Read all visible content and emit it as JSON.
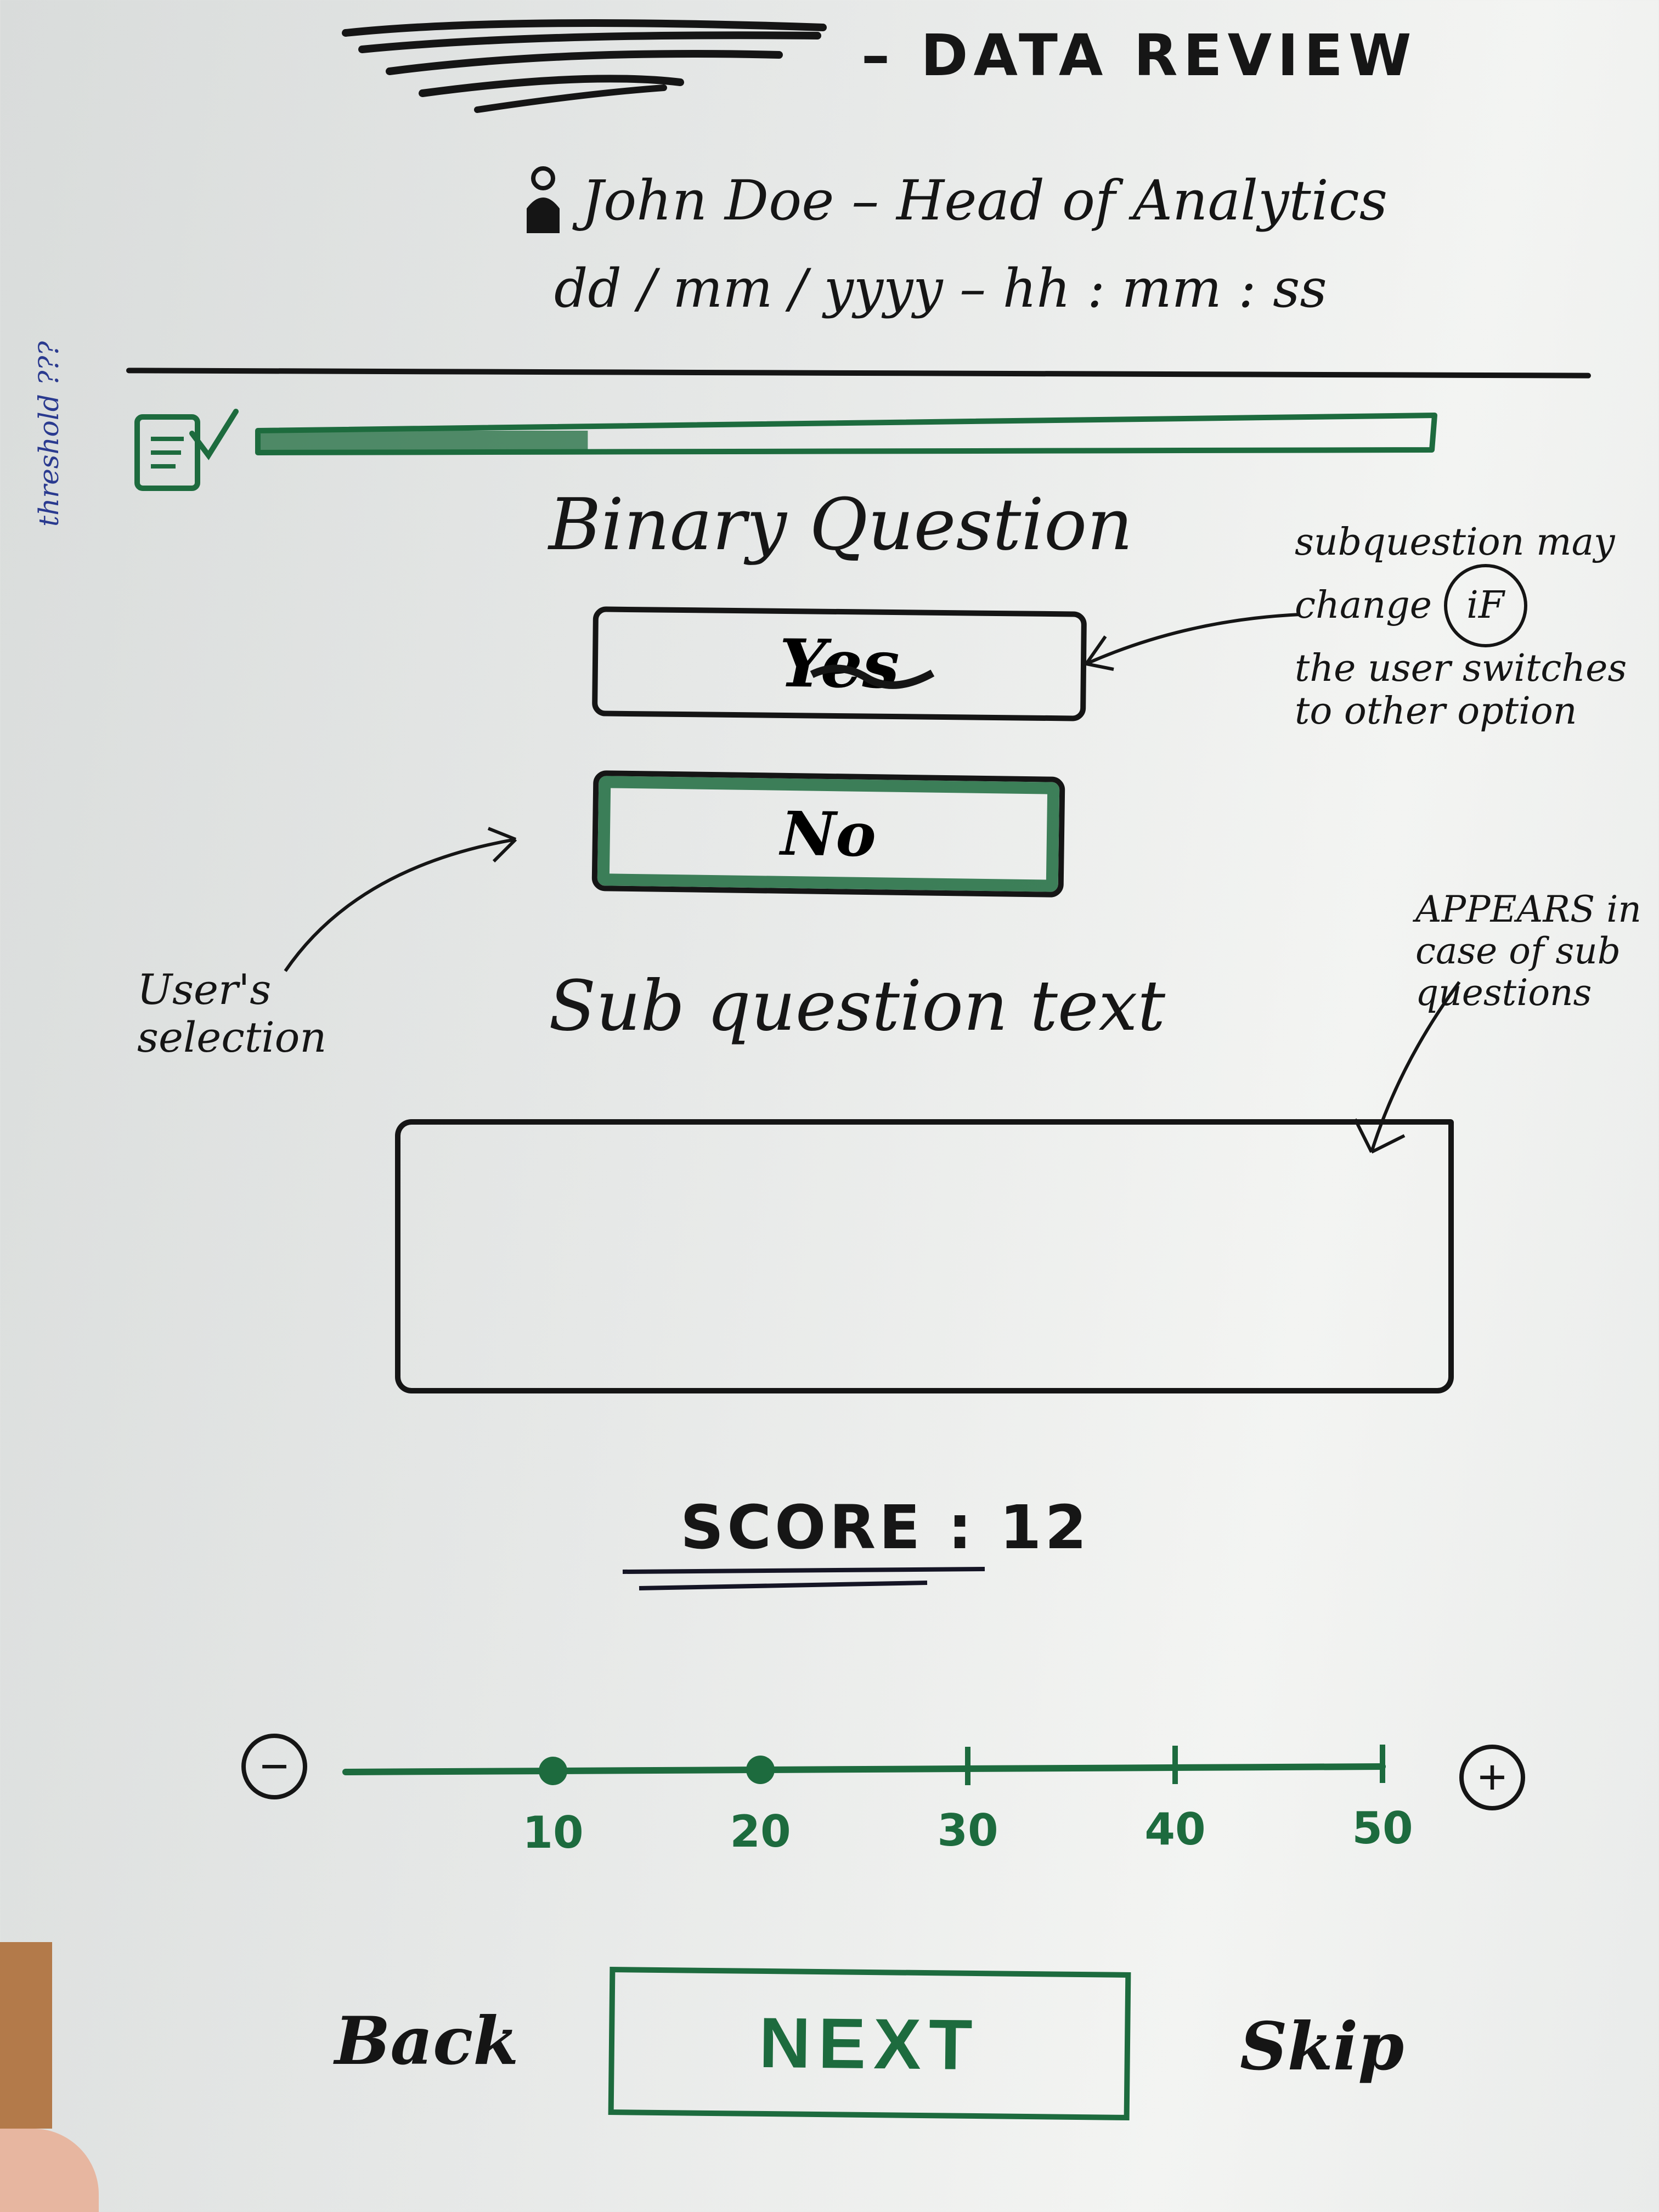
{
  "header": {
    "title": "– DATA REVIEW",
    "user": "John Doe – Head of Analytics",
    "datetime": "dd / mm / yyyy – hh : mm : ss"
  },
  "progress": {
    "fraction": 0.28
  },
  "question": {
    "title": "Binary Question",
    "options": [
      {
        "label": "Yes",
        "selected": false
      },
      {
        "label": "No",
        "selected": true
      }
    ]
  },
  "sub_question": {
    "title": "Sub question text",
    "value": ""
  },
  "score": {
    "label": "SCORE : 12",
    "value": 12,
    "min": 0,
    "max": 50,
    "marks": [
      10,
      20,
      30,
      40,
      50
    ],
    "tick_labels": [
      "10",
      "20",
      "30",
      "40",
      "50"
    ]
  },
  "navigation": {
    "back_label": "Back",
    "next_label": "NEXT",
    "skip_label": "Skip"
  },
  "annotations": {
    "subquestion_note": "subquestion may change",
    "subquestion_note_if": "iF",
    "subquestion_note_tail": "the user switches to other option",
    "selection_note": "User's selection",
    "appears_note": "APPEARS in case of sub questions"
  },
  "colors": {
    "ink": "#151515",
    "accent": "#1d6b3e"
  }
}
